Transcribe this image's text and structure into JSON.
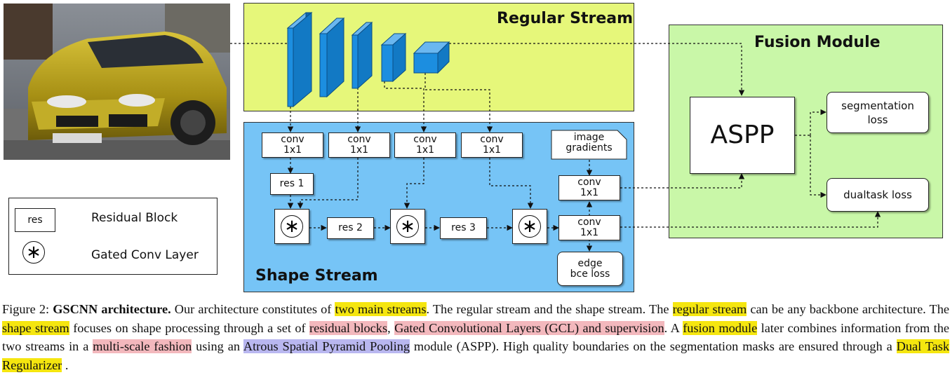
{
  "regular_stream": {
    "title": "Regular Stream"
  },
  "shape_stream": {
    "title": "Shape Stream"
  },
  "fusion_module": {
    "title": "Fusion Module"
  },
  "aspp": {
    "label": "ASPP"
  },
  "losses": {
    "segmentation": "segmentation\nloss",
    "dualtask": "dualtask loss",
    "edge": "edge\nbce loss"
  },
  "image_gradients": "image\ngradients",
  "conv_label": "conv\n1x1",
  "res_blocks": [
    "res 1",
    "res 2",
    "res 3"
  ],
  "gate_symbol": "∗",
  "legend": {
    "res_box": "res",
    "res_text": "Residual Block",
    "gate_text": "Gated Conv Layer"
  },
  "colors": {
    "regular_stream_bg": "#e6f77a",
    "shape_stream_bg": "#76c4f6",
    "fusion_bg": "#c9f7a8",
    "cube_blue": "#1c8ee0"
  },
  "caption": {
    "prefix": "Figure 2: ",
    "bold": "GSCNN architecture.",
    "t1": " Our architecture constitutes of ",
    "h1": "two main streams",
    "t2": ". The regular stream and the shape stream. The ",
    "h2": "regular stream",
    "t3": " can be any backbone architecture. The ",
    "h3": "shape stream",
    "t4": " focuses on shape processing through a set of ",
    "h4": "residual blocks",
    "t5": ", ",
    "h5": "Gated Convolutional Layers (GCL) and supervision",
    "t6": ". A ",
    "h6": "fusion module",
    "t7": " later combines information from the two streams in a ",
    "h7": "multi-scale fashion",
    "t8": " using an ",
    "h8": "Atrous Spatial Pyramid Pooling",
    "t9": " module (ASPP). High quality boundaries on the segmentation masks are ensured through a ",
    "h9": "Dual Task Regularizer",
    "t10": " ."
  }
}
